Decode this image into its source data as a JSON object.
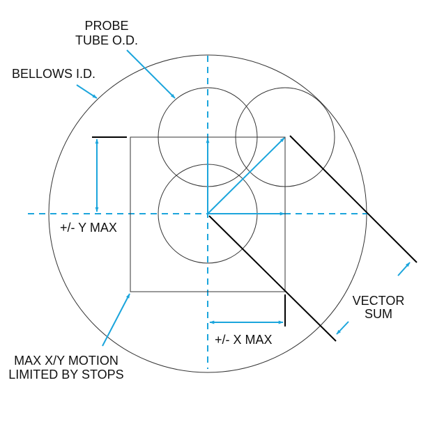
{
  "colors": {
    "accent": "#1ba5dc",
    "line": "#333333",
    "ink": "#000000"
  },
  "labels": {
    "probe_line1": "PROBE",
    "probe_line2": "TUBE O.D.",
    "bellows": "BELLOWS I.D.",
    "y_max": "+/- Y MAX",
    "x_max": "+/- X MAX",
    "vector_line1": "VECTOR",
    "vector_line2": "SUM",
    "motion_line1": "MAX X/Y MOTION",
    "motion_line2": "LIMITED BY STOPS"
  }
}
